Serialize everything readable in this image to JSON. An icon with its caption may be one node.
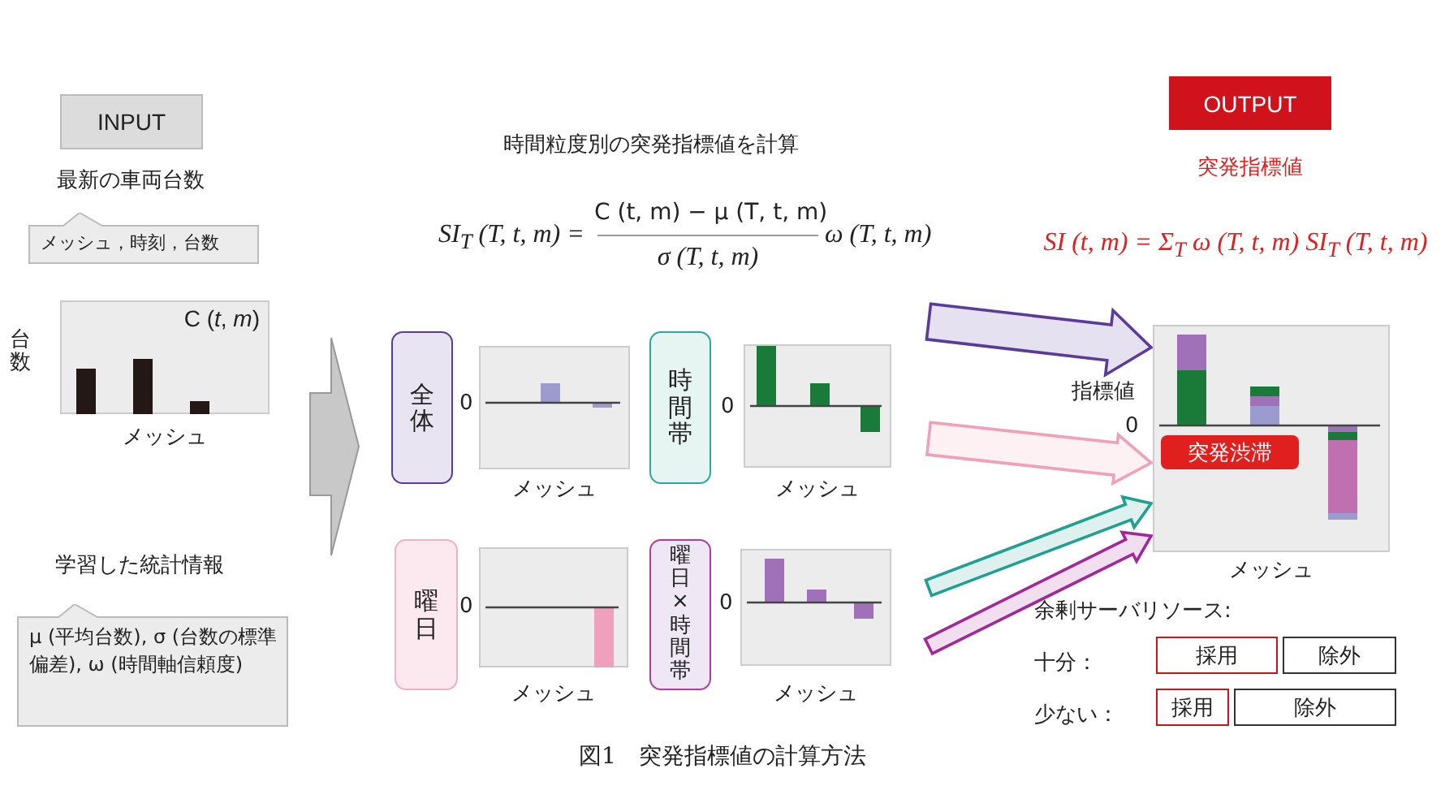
{
  "diagram": {
    "caption": "図1　突発指標値の計算方法",
    "nodes": [
      {
        "text": [
          "INPUT"
        ]
      },
      {
        "text": [
          "最新の車両台数",
          "メッシュ，時刻，台数"
        ]
      },
      {
        "text": [
          "C (*t*, *m*)"
        ],
        "beside": [
          "台数",
          "メッシュ"
        ]
      },
      {
        "text": [
          "学習した統計情報",
          "μ (平均台数), σ (台数の標準偏差), ω (時間軸信頼度)"
        ]
      },
      {
        "text": [],
        "shape": "arrow"
      },
      {
        "text": [
          "全体"
        ]
      },
      {
        "text": [],
        "shape": "picture",
        "beside": [
          "0",
          "メッシュ"
        ]
      },
      {
        "text": [
          "時間帯"
        ]
      },
      {
        "text": [],
        "shape": "picture",
        "beside": [
          "0",
          "メッシュ"
        ]
      },
      {
        "text": [
          "曜日"
        ]
      },
      {
        "text": [],
        "shape": "picture",
        "beside": [
          "0",
          "メッシュ"
        ]
      },
      {
        "text": [
          "曜日×時間帯"
        ]
      },
      {
        "text": [],
        "shape": "picture",
        "beside": [
          "0",
          "メッシュ"
        ]
      },
      {
        "text": [
          "OUTPUT"
        ]
      },
      {
        "text": [],
        "shape": "picture",
        "beside": [
          "指標値",
          "0",
          "メッシュ"
        ]
      },
      {
        "text": [
          "突発渋滞"
        ],
        "in": 14
      },
      {
        "text": [
          "採用"
        ]
      },
      {
        "text": [
          "除外"
        ]
      },
      {
        "text": [
          "採用"
        ]
      },
      {
        "text": [
          "除外"
        ]
      }
    ],
    "edges": [
      {
        "from": null,
        "to": 14,
        "arrow": "to",
        "color": "#5a3a9a"
      },
      {
        "from": null,
        "to": 14,
        "arrow": "to",
        "color": "#f0a0b8"
      },
      {
        "from": null,
        "to": 14,
        "arrow": "to",
        "color": "#20a090"
      },
      {
        "from": null,
        "to": 14,
        "arrow": "to",
        "color": "#a0289a"
      }
    ],
    "labels": [
      "時間粒度別の突発指標値を計算",
      "SI$_{T}$ (T, t, m) =",
      "C (t, m) − μ (T, t, m)",
      "σ (T, t, m)",
      "ω (T, t, m)",
      "突発指標値",
      "SI (t, m) = Σ$_{T}$ ω (T, t, m) SI$_{T}$ (T, t, m)",
      "余剰サーバリソース:",
      "十分：",
      "少ない："
    ]
  }
}
